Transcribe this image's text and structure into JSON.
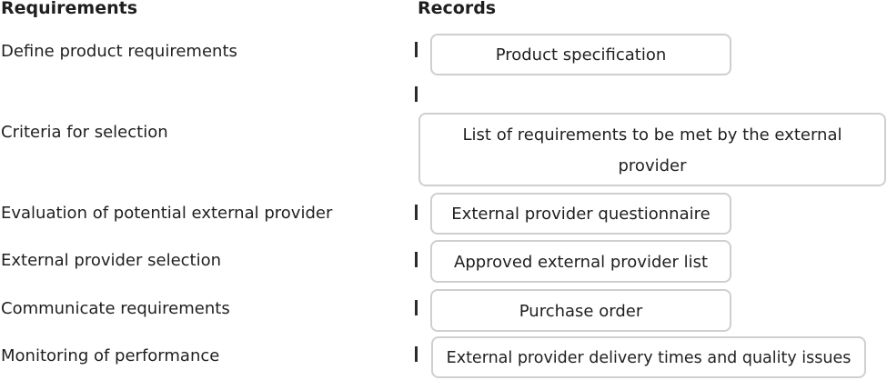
{
  "headers": {
    "requirements": "Requirements",
    "records": "Records"
  },
  "rows": [
    {
      "requirement": "Define product requirements",
      "record": "Product specification"
    },
    {
      "requirement": "Criteria for selection",
      "record": "List of requirements to be met by the external provider"
    },
    {
      "requirement": "Evaluation of potential external provider",
      "record": "External provider questionnaire"
    },
    {
      "requirement": "External provider selection",
      "record": "Approved external provider list"
    },
    {
      "requirement": "Communicate requirements",
      "record": "Purchase order"
    },
    {
      "requirement": "Monitoring of performance",
      "record": "External provider delivery times and quality issues"
    }
  ]
}
